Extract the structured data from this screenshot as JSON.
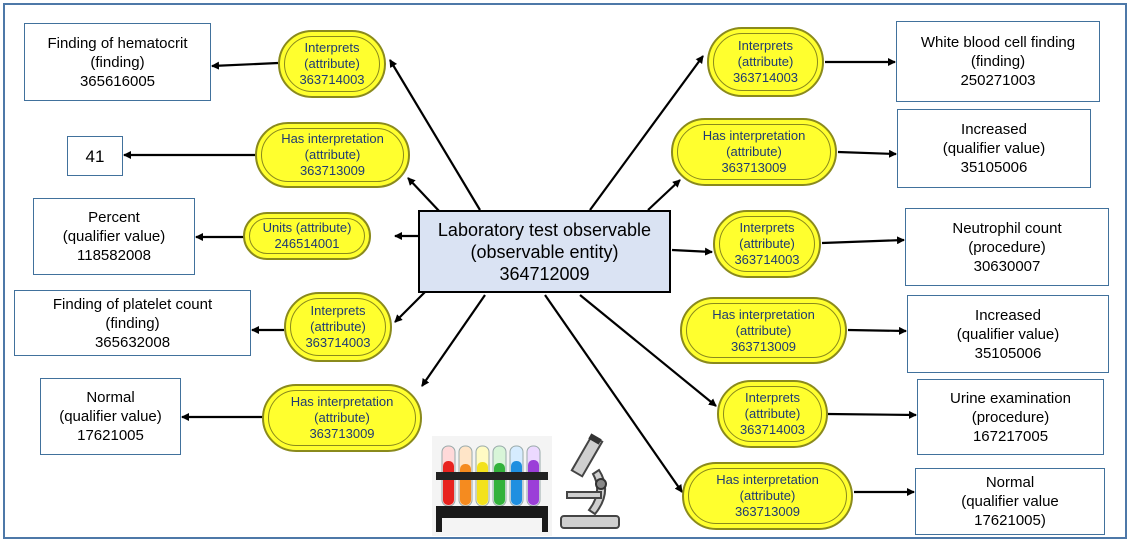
{
  "center": {
    "text": "Laboratory test observable\n(observable entity)\n364712009"
  },
  "attributes": {
    "interprets_hematocrit": "Interprets\n(attribute)\n363714003",
    "has_interp_41": "Has interpretation\n(attribute)\n363713009",
    "units": "Units (attribute)\n246514001",
    "interprets_platelet": "Interprets\n(attribute)\n363714003",
    "has_interp_normal_left": "Has interpretation\n(attribute)\n363713009",
    "interprets_wbc": "Interprets\n(attribute)\n363714003",
    "has_interp_increased_1": "Has interpretation\n(attribute)\n363713009",
    "interprets_neutrophil": "Interprets\n(attribute)\n363714003",
    "has_interp_increased_2": "Has interpretation\n(attribute)\n363713009",
    "interprets_urine": "Interprets\n(attribute)\n363714003",
    "has_interp_normal_right": "Has interpretation\n(attribute)\n363713009"
  },
  "values": {
    "hematocrit": "Finding of hematocrit\n(finding)\n365616005",
    "value_41": "41",
    "percent": "Percent\n(qualifier value)\n118582008",
    "platelet": "Finding of platelet count\n(finding)\n365632008",
    "normal_left": "Normal\n(qualifier value)\n17621005",
    "wbc": "White blood cell finding\n(finding)\n250271003",
    "increased_1": "Increased\n(qualifier value)\n35105006",
    "neutrophil": "Neutrophil count\n(procedure)\n30630007",
    "increased_2": "Increased\n(qualifier value)\n35105006",
    "urine": "Urine examination\n(procedure)\n167217005",
    "normal_right": "Normal\n(qualifier value\n17621005)"
  },
  "colors": {
    "attribute_fill": "#ffff2e",
    "attribute_text": "#1f3a73",
    "center_fill": "#dae3f3",
    "box_border": "#41719c",
    "frame_border": "#4d78a8"
  },
  "icons": [
    "test-tube-rack-icon",
    "microscope-icon"
  ]
}
